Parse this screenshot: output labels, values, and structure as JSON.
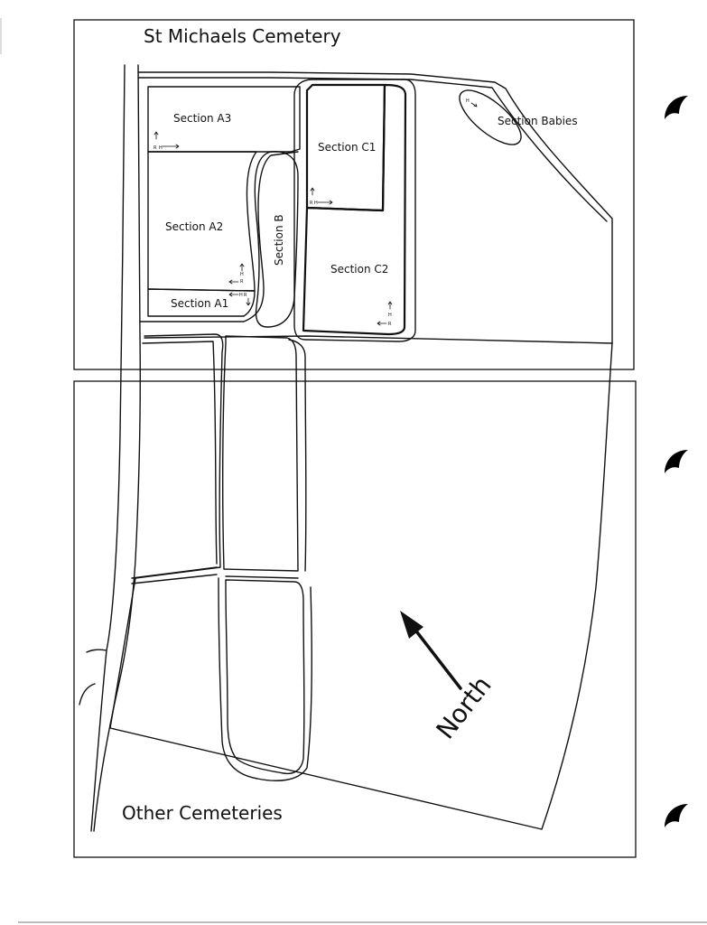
{
  "titles": {
    "top_panel": "St Michaels Cemetery",
    "bottom_panel": "Other Cemeteries"
  },
  "sections": {
    "a3": "Section A3",
    "a2": "Section A2",
    "a1": "Section A1",
    "b": "Section B",
    "c1": "Section C1",
    "c2": "Section C2",
    "babies": "Section Babies"
  },
  "compass": {
    "label": "North"
  },
  "marker_letters": {
    "r": "R",
    "h": "H"
  },
  "colors": {
    "ink": "#111111",
    "paper": "#ffffff"
  },
  "icons": [
    "orientation-marker-icon",
    "north-arrow-icon",
    "binder-hole-icon"
  ]
}
